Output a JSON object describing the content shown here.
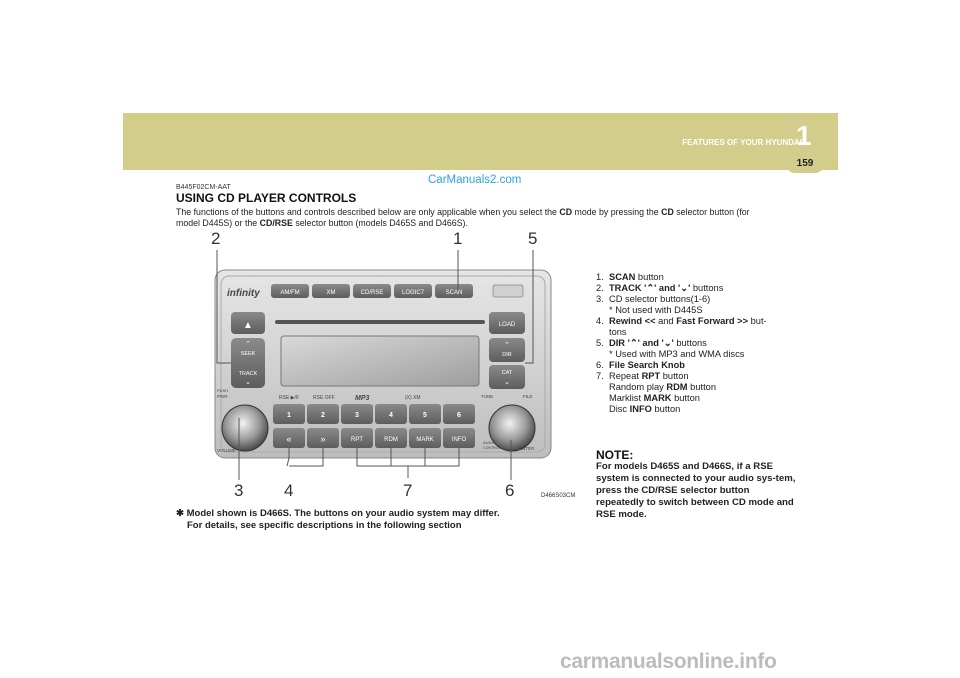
{
  "header": {
    "chapter_number": "1",
    "chapter_title": "FEATURES OF YOUR HYUNDAI",
    "page_number": "159",
    "band_color": "#d3cd8c"
  },
  "watermark_top": "CarManuals2.com",
  "watermark_bottom": "carmanualsonline.info",
  "doc_code": "B445F02CM-AAT",
  "section_title": "USING CD PLAYER CONTROLS",
  "intro": {
    "t1": "The functions of the buttons and controls described below are only applicable when you select the ",
    "b1": "CD",
    "t2": " mode by pressing the ",
    "b2": "CD",
    "t3": " selector button (for model D445S) or the ",
    "b3": "CD/RSE",
    "t4": " selector button (models D465S and D466S)."
  },
  "figure": {
    "code": "D466S03CM",
    "callouts": {
      "c2": "2",
      "c1": "1",
      "c5": "5",
      "c3": "3",
      "c4": "4",
      "c7": "7",
      "c6": "6"
    },
    "radio": {
      "brand": "infinity",
      "top_buttons": [
        "AM/FM",
        "XM",
        "CD/RSE",
        "LOGIC7",
        "SCAN"
      ],
      "eject_symbol": "▲",
      "seek_label": "SEEK",
      "track_label": "TRACK",
      "load_label": "LOAD",
      "dir_label": "DIR",
      "cat_label": "CAT",
      "push_label": "PUSH",
      "pwr_label": "PWR",
      "volume_label": "VOLUME",
      "rse_label": "RSE ▶/II",
      "rse_off_label": "RSE OFF",
      "mp3_label": "MP3",
      "xm_label": "(X) XM",
      "tune_label": "TUNE",
      "file_label": "FILE",
      "audio_label": "AUDIO",
      "control_label": "CONTROL",
      "enter_label": "ENTER",
      "preset_buttons": [
        "1",
        "2",
        "3",
        "4",
        "5",
        "6"
      ],
      "function_buttons": [
        "«",
        "»",
        "RPT",
        "RDM",
        "MARK",
        "INFO"
      ]
    }
  },
  "caption": {
    "line1": "✱ Model shown is D466S. The buttons on your audio system may differ.",
    "line2": "For details, see specific descriptions in the following section"
  },
  "list": [
    {
      "num": "1.",
      "bold": "SCAN",
      "text": " button"
    },
    {
      "num": "2.",
      "bold": "TRACK '",
      "icon": "⌃",
      "bold2": "' and '",
      "icon2": "⌄",
      "bold3": "'",
      "text": " buttons"
    },
    {
      "num": "3.",
      "text": "CD selector buttons(1-6)",
      "sub": "* Not used with D445S"
    },
    {
      "num": "4.",
      "bold": "Rewind <<",
      "text_mid": " and ",
      "bold_b": "Fast Forward >>",
      "text": " but-",
      "sub": "tons"
    },
    {
      "num": "5.",
      "bold": "DIR '",
      "icon": "⌃",
      "bold2": "' and '",
      "icon2": "⌄",
      "bold3": "'",
      "text": " buttons",
      "sub": "* Used with MP3 and WMA discs"
    },
    {
      "num": "6.",
      "bold": "File Search Knob",
      "text": ""
    },
    {
      "num": "7.",
      "text_pre": "Repeat ",
      "bold": "RPT",
      "text": " button",
      "subs": [
        {
          "t": "Random play ",
          "b": "RDM",
          "t2": " button"
        },
        {
          "t": "Marklist ",
          "b": "MARK",
          "t2": " button"
        },
        {
          "t": "Disc ",
          "b": "INFO",
          "t2": " button"
        }
      ]
    }
  ],
  "note": {
    "heading": "NOTE:",
    "body": "For models D465S and D466S, if a RSE system is connected to your audio sys-tem, press the CD/RSE selector button repeatedly to switch between CD mode and RSE mode."
  }
}
